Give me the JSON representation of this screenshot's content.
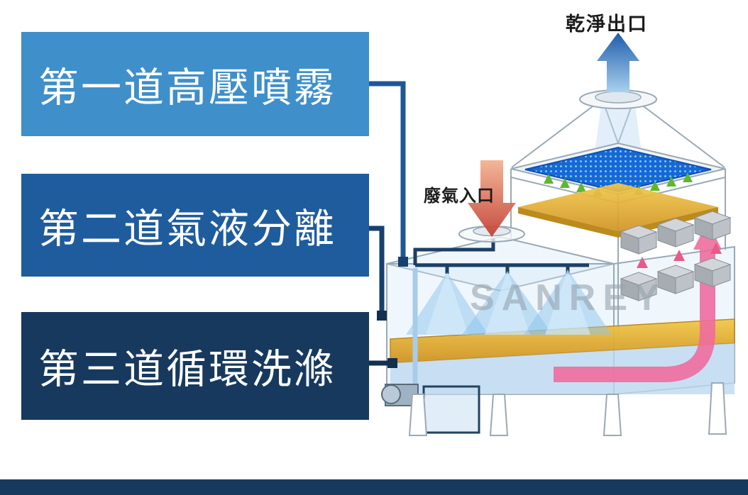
{
  "banners": [
    {
      "label": "第一道高壓噴霧",
      "color": "#3f8fcb"
    },
    {
      "label": "第二道氣液分離",
      "color": "#1e5c9e"
    },
    {
      "label": "第三道循環洗滌",
      "color": "#17395e"
    }
  ],
  "diagram": {
    "outlet_label": "乾淨出口",
    "inlet_label": "廢氣入口",
    "watermark": "SANREY"
  },
  "footer": {
    "bar_color": "#17395e"
  },
  "colors": {
    "clean_air_arrow": "#1e5dab",
    "exhaust_arrow": "#c23b30",
    "mist_panel": "#1668d6",
    "packing_layer": "#d09322",
    "circulation_arrow": "#ee6d9d",
    "green_flow_arrows": "#5cb82c",
    "connector_line": "#17406e"
  }
}
